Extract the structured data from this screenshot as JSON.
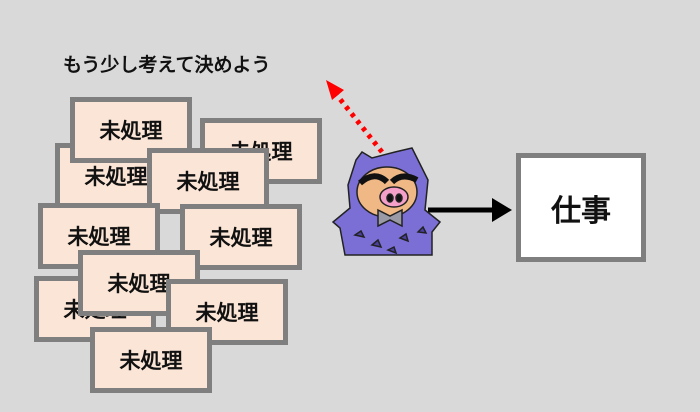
{
  "thought": "もう少し考えて決めよう",
  "pending_label": "未処理",
  "work_label": "仕事",
  "colors": {
    "card_fill": "#fbe5d6",
    "card_border": "#7f7f7f",
    "hood": "#7b6fd6",
    "dotted_arrow": "#ff0000"
  }
}
